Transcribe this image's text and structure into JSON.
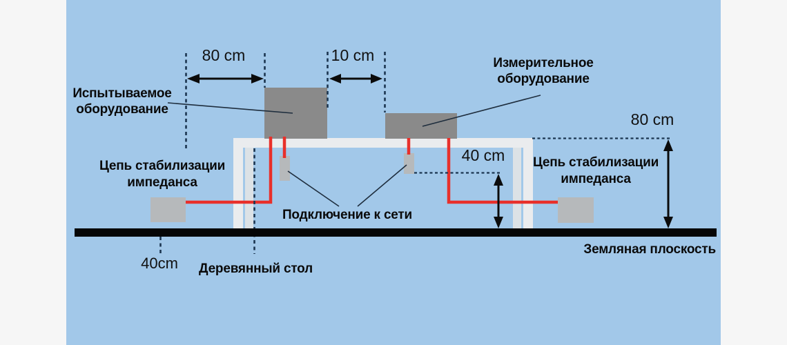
{
  "diagram": {
    "labels": {
      "eut_line1": "Испытываемое",
      "eut_line2": "оборудование",
      "meq_line1": "Измерительное",
      "meq_line2": "оборудование",
      "isn_left_line1": "Цепь стабилизации",
      "isn_left_line2": "импеданса",
      "isn_right_line1": "Цепь стабилизации",
      "isn_right_line2": "импеданса",
      "mains": "Подключение к сети",
      "wooden_table": "Деревянный стол",
      "ground_plane": "Земляная плоскость"
    },
    "dimensions": {
      "eut_offset": "80 cm",
      "eut_meq_gap": "10 cm",
      "connector_height": "40 cm",
      "table_height": "80 cm",
      "isn_offset": "40cm"
    },
    "colors": {
      "page_background": "#f6f6f6",
      "panel_blue": "#a2c8e9",
      "wire_red": "#e8302b",
      "equipment_gray": "#8a8a8a",
      "small_box_gray": "#b6b9bb",
      "table_white": "#eaecee",
      "table_inner": "#dce2e6",
      "ground_black": "#060606",
      "dashed_line": "#1b3550"
    }
  }
}
